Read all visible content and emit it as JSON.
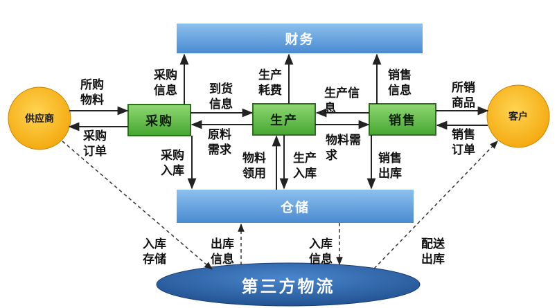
{
  "nodes": {
    "finance": "财务",
    "procurement": "采购",
    "production": "生产",
    "sales": "销售",
    "warehouse": "仓储",
    "supplier": "供应商",
    "customer": "客户",
    "logistics": "第三方物流"
  },
  "labels": {
    "purchase_materials": "所购\n物料",
    "purchase_order": "采购\n订单",
    "purchase_info": "采购\n信息",
    "arrival_info": "到货\n信息",
    "material_demand": "原料\n需求",
    "purchase_inbound": "采购\n入库",
    "production_cost": "生产\n耗费",
    "production_info": "生产信\n息",
    "material_demand2": "物料需\n求",
    "material_pick": "物料\n领用",
    "production_inbound": "生产\n入库",
    "sales_info": "销售\n信息",
    "sales_outbound": "销售\n出库",
    "sold_goods": "所销\n商品",
    "sales_order": "销售\n订单",
    "inbound_storage": "入库\n存储",
    "outbound_info": "出库\n信息",
    "inbound_info": "入库\n信息",
    "delivery_outbound": "配送\n出库"
  },
  "colors": {
    "blue_box": "#5b9bd5",
    "green_box": "#5cb947",
    "circle": "#f9b91b",
    "ellipse": "#2e64a8"
  }
}
